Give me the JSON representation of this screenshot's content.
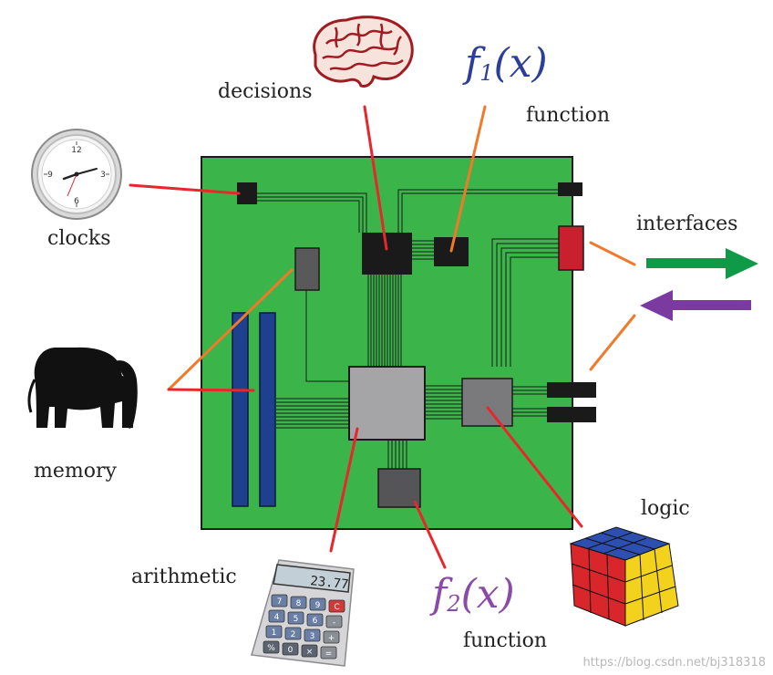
{
  "labels": {
    "decisions": "decisions",
    "function_top": "function",
    "clocks": "clocks",
    "interfaces": "interfaces",
    "memory": "memory",
    "arithmetic": "arithmetic",
    "function_bottom": "function",
    "logic": "logic"
  },
  "formulas": {
    "f1_base": "f",
    "f1_sub": "1",
    "f1_arg": "(x)",
    "f2_base": "f",
    "f2_sub": "2",
    "f2_arg": "(x)"
  },
  "calculator": {
    "display": "23.77",
    "keys": [
      "7",
      "8",
      "9",
      "C",
      "4",
      "5",
      "6",
      "-",
      "1",
      "2",
      "3",
      "+",
      "%",
      "0",
      "×",
      "="
    ]
  },
  "clock_numbers": [
    "12",
    "3",
    "6",
    "9"
  ],
  "watermark": "https://blog.csdn.net/bj318318",
  "colors": {
    "board": "#3bb54a",
    "connector_red": "#e8262b",
    "connector_orange": "#f07a2a",
    "memory_slot": "#1f3f8f",
    "chip_black": "#1a1a1a",
    "chip_gray": "#a5a5a7",
    "arrow_green": "#0f9a48",
    "arrow_purple": "#7a3aa0"
  },
  "icons": [
    "brain-icon",
    "clock-icon",
    "elephant-icon",
    "calculator-icon",
    "cube-icon",
    "arrow-right-icon",
    "arrow-left-icon"
  ]
}
